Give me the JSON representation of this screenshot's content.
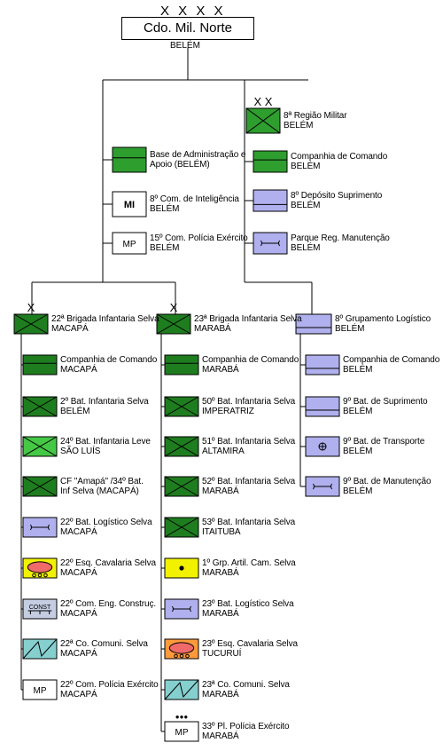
{
  "top": {
    "echelon": "X X X X",
    "title": "Cdo. Mil. Norte",
    "location": "BELÉM"
  },
  "colors": {
    "green_dark": "#1e7d1e",
    "green_mid": "#2e9e2e",
    "green_light": "#45c845",
    "lavender": "#b0b0ee",
    "yellow": "#f2f200",
    "orange": "#ff9a3c",
    "oval": "#f06a6a",
    "teal": "#86cfcf",
    "grayblue": "#c4cde2"
  },
  "units": [
    {
      "id": "base-adm",
      "echelon": "",
      "sym": "adm",
      "fill": "#2e9e2e",
      "lines": [
        "Base de Administração e",
        "Apoio (BELÉM)"
      ]
    },
    {
      "id": "com-int",
      "echelon": "",
      "sym": "mi",
      "fill": "#ffffff",
      "lines": [
        "8º Com. de Inteligência",
        "BELÉM"
      ],
      "abbr": "MI"
    },
    {
      "id": "com-pol-15",
      "echelon": "",
      "sym": "mp",
      "fill": "#ffffff",
      "lines": [
        "15º Com. Polícia Exército",
        "BELÉM"
      ],
      "abbr": "MP"
    },
    {
      "id": "reg-mil-8",
      "echelon": "X X",
      "sym": "inf",
      "fill": "#2e9e2e",
      "lines": [
        "8ª Região Militar",
        "BELÉM"
      ]
    },
    {
      "id": "cia-cmdo-8",
      "echelon": "",
      "sym": "adm",
      "fill": "#2e9e2e",
      "lines": [
        "Companhia de Comando",
        "BELÉM"
      ]
    },
    {
      "id": "dep-sup-8",
      "echelon": "",
      "sym": "supply",
      "fill": "#b0b0ee",
      "lines": [
        "8º Depósito Suprimento",
        "BELÉM"
      ]
    },
    {
      "id": "parque-man",
      "echelon": "",
      "sym": "maint",
      "fill": "#b0b0ee",
      "lines": [
        "Parque Reg. Manutenção",
        "BELÉM"
      ]
    },
    {
      "id": "bda-22",
      "echelon": "X",
      "sym": "inf",
      "fill": "#1e7d1e",
      "lines": [
        "22ª Brigada Infantaria Selva",
        "MACAPÁ"
      ]
    },
    {
      "id": "bda-22-cia",
      "echelon": "",
      "sym": "adm",
      "fill": "#1e7d1e",
      "lines": [
        "Companhia de Comando",
        "MACAPÁ"
      ]
    },
    {
      "id": "bis-2",
      "echelon": "",
      "sym": "inf",
      "fill": "#1e7d1e",
      "lines": [
        "2º Bat. Infantaria Selva",
        "BELÉM"
      ]
    },
    {
      "id": "bil-24",
      "echelon": "",
      "sym": "inf",
      "fill": "#45c845",
      "lines": [
        "24º Bat. Infantaria Leve",
        "SÃO LUÍS"
      ]
    },
    {
      "id": "cf-amapa",
      "echelon": "",
      "sym": "inf",
      "fill": "#1e7d1e",
      "lines": [
        "CF \"Amapá\" /34º Bat.",
        "Inf Selva (MACAPÁ)"
      ]
    },
    {
      "id": "blog-22",
      "echelon": "",
      "sym": "maint",
      "fill": "#b0b0ee",
      "lines": [
        "22º Bat. Logístico Selva",
        "MACAPÁ"
      ]
    },
    {
      "id": "esq-22",
      "echelon": "",
      "sym": "cav",
      "fill": "#f2f200",
      "lines": [
        "22º Esq. Cavalaria Selva",
        "MACAPÁ"
      ]
    },
    {
      "id": "cia-eng-22",
      "echelon": "",
      "sym": "const",
      "fill": "#c4cde2",
      "lines": [
        "22º Com. Eng. Construç.",
        "MACAPÁ"
      ],
      "abbr": "CONST"
    },
    {
      "id": "co-com-22",
      "echelon": "",
      "sym": "signal",
      "fill": "#86cfcf",
      "lines": [
        "22ª Co. Comuni. Selva",
        "MACAPÁ"
      ]
    },
    {
      "id": "com-pol-22",
      "echelon": "",
      "sym": "mp",
      "fill": "#ffffff",
      "lines": [
        "22º Com. Polícia Exército",
        "MACAPÁ"
      ],
      "abbr": "MP"
    },
    {
      "id": "bda-23",
      "echelon": "X",
      "sym": "inf",
      "fill": "#1e7d1e",
      "lines": [
        "23ª Brigada Infantaria Selva",
        "MARABÁ"
      ]
    },
    {
      "id": "bda-23-cia",
      "echelon": "",
      "sym": "adm",
      "fill": "#1e7d1e",
      "lines": [
        "Companhia de Comando",
        "MARABÁ"
      ]
    },
    {
      "id": "bis-50",
      "echelon": "",
      "sym": "inf",
      "fill": "#1e7d1e",
      "lines": [
        "50º Bat. Infantaria Selva",
        "IMPERATRIZ"
      ]
    },
    {
      "id": "bis-51",
      "echelon": "",
      "sym": "inf",
      "fill": "#1e7d1e",
      "lines": [
        "51º Bat. Infantaria Selva",
        "ALTAMIRA"
      ]
    },
    {
      "id": "bis-52",
      "echelon": "",
      "sym": "inf",
      "fill": "#1e7d1e",
      "lines": [
        "52º Bat. Infantaria Selva",
        "MARABÁ"
      ]
    },
    {
      "id": "bis-53",
      "echelon": "",
      "sym": "inf",
      "fill": "#1e7d1e",
      "lines": [
        "53º Bat. Infantaria Selva",
        "ITAITUBA"
      ]
    },
    {
      "id": "gac-1",
      "echelon": "",
      "sym": "art",
      "fill": "#f2f200",
      "lines": [
        "1º Grp. Artil. Cam. Selva",
        "MARABÁ"
      ]
    },
    {
      "id": "blog-23",
      "echelon": "",
      "sym": "maint",
      "fill": "#b0b0ee",
      "lines": [
        "23º Bat. Logístico Selva",
        "MARABÁ"
      ]
    },
    {
      "id": "esq-23",
      "echelon": "",
      "sym": "cav",
      "fill": "#ff9a3c",
      "lines": [
        "23º Esq. Cavalaria Selva",
        "TUCURUÍ"
      ]
    },
    {
      "id": "co-com-23",
      "echelon": "",
      "sym": "signal",
      "fill": "#86cfcf",
      "lines": [
        "23ª Co. Comuni. Selva",
        "MARABÁ"
      ]
    },
    {
      "id": "pel-pol-33",
      "echelon": "●●●",
      "sym": "mp",
      "fill": "#ffffff",
      "lines": [
        "33º Pl. Polícia Exército",
        "MARABÁ"
      ],
      "abbr": "MP"
    },
    {
      "id": "gpt-log-8",
      "echelon": "",
      "sym": "supply",
      "fill": "#b0b0ee",
      "lines": [
        "8º Grupamento Logístico",
        "BELÉM"
      ]
    },
    {
      "id": "gpt-log-cia",
      "echelon": "",
      "sym": "supply",
      "fill": "#b0b0ee",
      "lines": [
        "Companhia de Comando",
        "BELÉM"
      ]
    },
    {
      "id": "bsup-9",
      "echelon": "",
      "sym": "supply",
      "fill": "#b0b0ee",
      "lines": [
        "9º Bat. de Suprimento",
        "BELÉM"
      ]
    },
    {
      "id": "btrans-9",
      "echelon": "",
      "sym": "transport",
      "fill": "#b0b0ee",
      "lines": [
        "9º Bat. de Transporte",
        "BELÉM"
      ]
    },
    {
      "id": "bman-9",
      "echelon": "",
      "sym": "maint",
      "fill": "#b0b0ee",
      "lines": [
        "9º Bat. de Manutenção",
        "BELÉM"
      ]
    }
  ]
}
